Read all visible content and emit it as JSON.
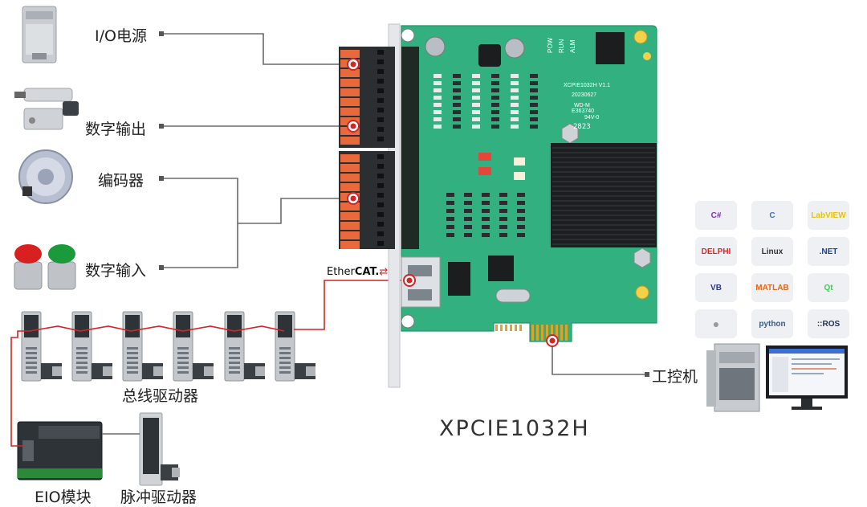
{
  "labels": {
    "io_power": "I/O电源",
    "digital_output": "数字输出",
    "encoder": "编码器",
    "digital_input": "数字输入",
    "bus_driver": "总线驱动器",
    "eio_module": "EIO模块",
    "pulse_driver": "脉冲驱动器",
    "ipc": "工控机",
    "product": "XPCIE1032H"
  },
  "ethercat": {
    "prefix": "Ether",
    "suffix": "CAT."
  },
  "board_text": {
    "model": "XCPIE1032H V1.1",
    "date": "20230627",
    "wd": "WD-M",
    "cert": "E363740",
    "rating": "94V-0",
    "lot": "2823",
    "led1": "POW",
    "led2": "RUN",
    "led3": "ALM"
  },
  "software": [
    {
      "name": "C#",
      "color": "#7b2fbf"
    },
    {
      "name": "C",
      "color": "#3b6fd6"
    },
    {
      "name": "LabVIEW",
      "color": "#e8c400"
    },
    {
      "name": "DELPHI",
      "color": "#d52b2b"
    },
    {
      "name": "Linux",
      "color": "#333333"
    },
    {
      "name": ".NET",
      "color": "#1e3f8f"
    },
    {
      "name": "VB",
      "color": "#2b3a8a"
    },
    {
      "name": "MATLAB",
      "color": "#e06a1a"
    },
    {
      "name": "Qt",
      "color": "#41cd52"
    },
    {
      "name": "",
      "color": "#9a9a9a"
    },
    {
      "name": "python",
      "color": "#355f8c"
    },
    {
      "name": "::ROS",
      "color": "#22314e"
    }
  ]
}
